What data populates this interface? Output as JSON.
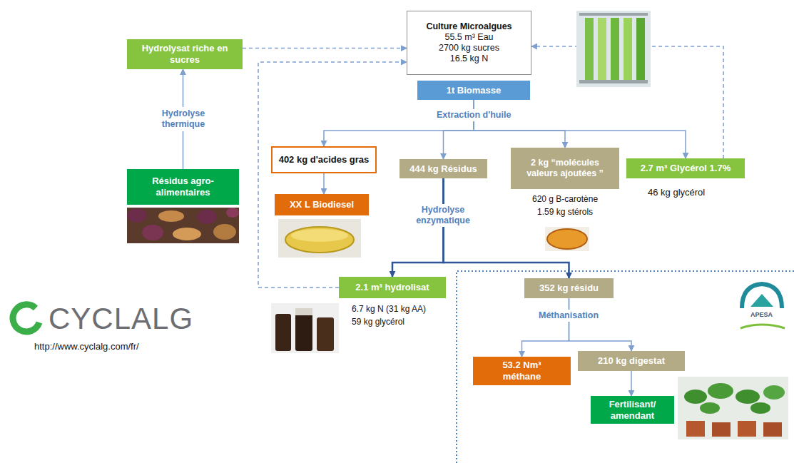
{
  "diagram": {
    "nodes": [
      {
        "text": [
          "Hydrolysat riche en sucres"
        ]
      },
      {
        "text": [
          "Culture Microalgues",
          "55.5 m³ Eau",
          "2700 kg sucres",
          "16.5 kg N"
        ]
      },
      {
        "text": [
          "1t Biomasse"
        ]
      },
      {
        "text": [
          "Résidus agro-alimentaires"
        ]
      },
      {
        "text": [
          "402 kg d'acides gras"
        ]
      },
      {
        "text": [
          "XX L Biodiesel"
        ]
      },
      {
        "text": [
          "444 kg Résidus"
        ]
      },
      {
        "text": [
          "2 kg “molécules valeurs ajoutées ”"
        ]
      },
      {
        "text": [
          "2.7 m³ Glycérol 1.7%"
        ]
      },
      {
        "text": [
          "2.1 m³ hydrolisat"
        ]
      },
      {
        "text": [
          "352 kg résidu"
        ]
      },
      {
        "text": [
          "53.2 Nm³ méthane"
        ]
      },
      {
        "text": [
          "210 kg digestat"
        ]
      },
      {
        "text": [
          "Fertilisant/ amendant"
        ]
      }
    ],
    "edges": [
      {
        "from": 0,
        "to": 1,
        "arrow": "to"
      },
      {
        "from": 9,
        "to": 1,
        "arrow": "to"
      },
      {
        "from": 8,
        "to": 1,
        "arrow": "to"
      },
      {
        "from": 3,
        "to": 0,
        "label": "Hydrolyse thermique",
        "arrow": "to"
      },
      {
        "from": 2,
        "to": 4,
        "arrow": "to"
      },
      {
        "from": 2,
        "to": 6,
        "arrow": "to"
      },
      {
        "from": 2,
        "to": 7,
        "arrow": "to"
      },
      {
        "from": 2,
        "to": 8,
        "arrow": "to"
      },
      {
        "from": 4,
        "to": 5,
        "arrow": "to"
      },
      {
        "from": 6,
        "to": 9,
        "arrow": "to"
      },
      {
        "from": 6,
        "to": 10,
        "arrow": "to"
      },
      {
        "from": 10,
        "to": 11,
        "arrow": "to"
      },
      {
        "from": 10,
        "to": 12,
        "arrow": "to"
      },
      {
        "from": 12,
        "to": 13,
        "arrow": "to"
      }
    ],
    "labels": [
      "620 g B-carotène",
      "1.59 kg stérols",
      "46 kg glycérol",
      "6.7 kg N (31 kg AA)",
      "59 kg glycérol",
      "Extraction d'huile",
      "Hydrolyse enzymatique",
      "Méthanisation",
      "CYCLALG",
      "http://www.cyclalg.com/fr/",
      "APESA"
    ]
  }
}
